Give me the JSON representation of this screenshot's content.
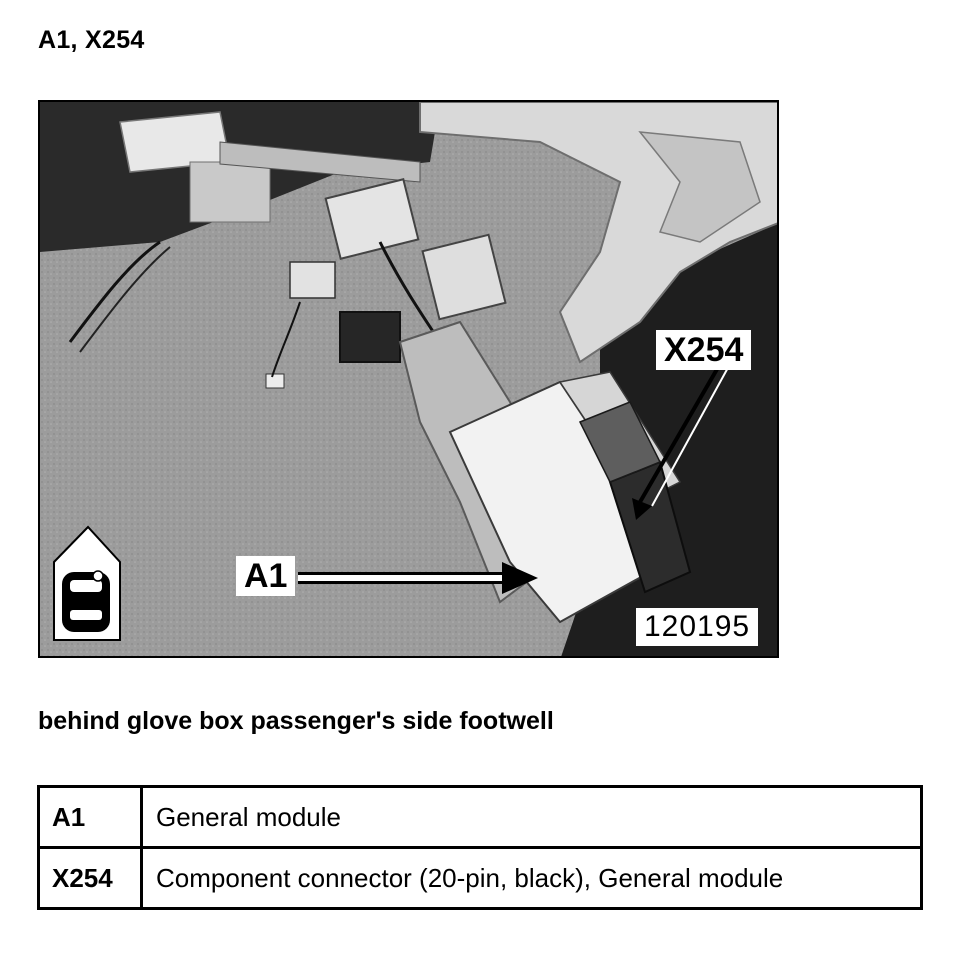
{
  "title": "A1, X254",
  "figure": {
    "callout_x254": "X254",
    "callout_a1": "A1",
    "image_number": "120195",
    "icon": "car-top-view-icon"
  },
  "caption": "behind glove box passenger's side footwell",
  "legend": {
    "rows": [
      {
        "code": "A1",
        "description": "General module"
      },
      {
        "code": "X254",
        "description": "Component connector (20-pin, black), General module"
      }
    ]
  }
}
